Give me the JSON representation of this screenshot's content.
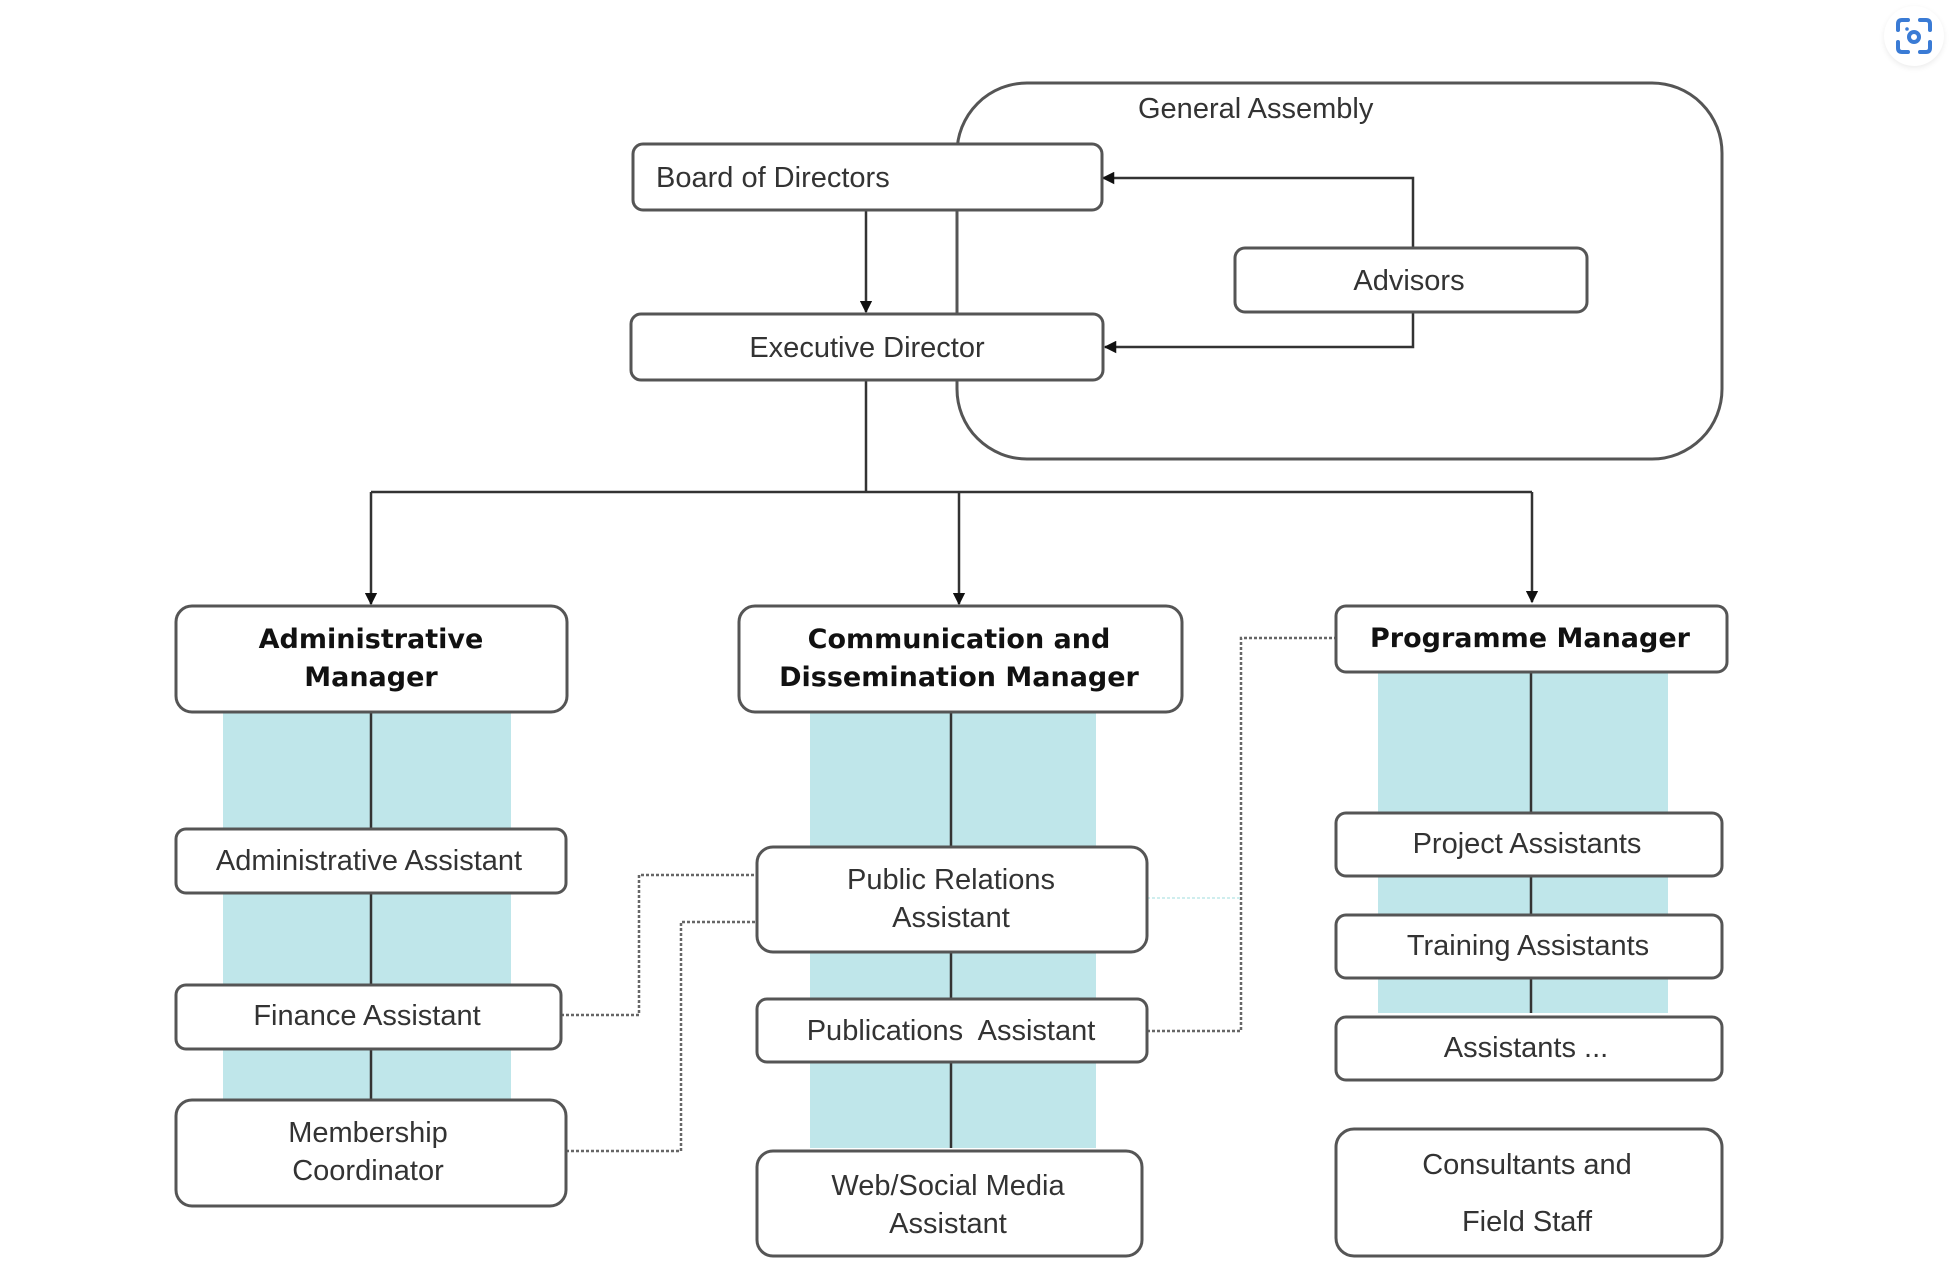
{
  "diagram": {
    "type": "organizational chart",
    "group_label": "General Assembly",
    "top": {
      "board": "Board of Directors",
      "executive": "Executive Director",
      "advisors": "Advisors"
    },
    "departments": [
      {
        "manager": [
          "Administrative",
          "Manager"
        ],
        "staff": [
          [
            "Administrative Assistant"
          ],
          [
            "Finance Assistant"
          ],
          [
            "Membership",
            "Coordinator"
          ]
        ]
      },
      {
        "manager": [
          "Communication  and",
          "Dissemination Manager"
        ],
        "staff": [
          [
            "Public Relations",
            "Assistant"
          ],
          [
            "Publications  Assistant"
          ],
          [
            "Web/Social Media",
            "Assistant"
          ]
        ]
      },
      {
        "manager": [
          "Programme Manager"
        ],
        "staff": [
          [
            "Project Assistants"
          ],
          [
            "Training Assistants"
          ],
          [
            "Assistants ..."
          ]
        ]
      }
    ],
    "extra": [
      "Consultants and",
      "Field Staff"
    ],
    "colors": {
      "band": "#bfe6ea",
      "border": "#555555",
      "lens_icon": "#3a7bd5"
    }
  },
  "toolbar": {
    "lens_icon": "visual-search-icon"
  }
}
